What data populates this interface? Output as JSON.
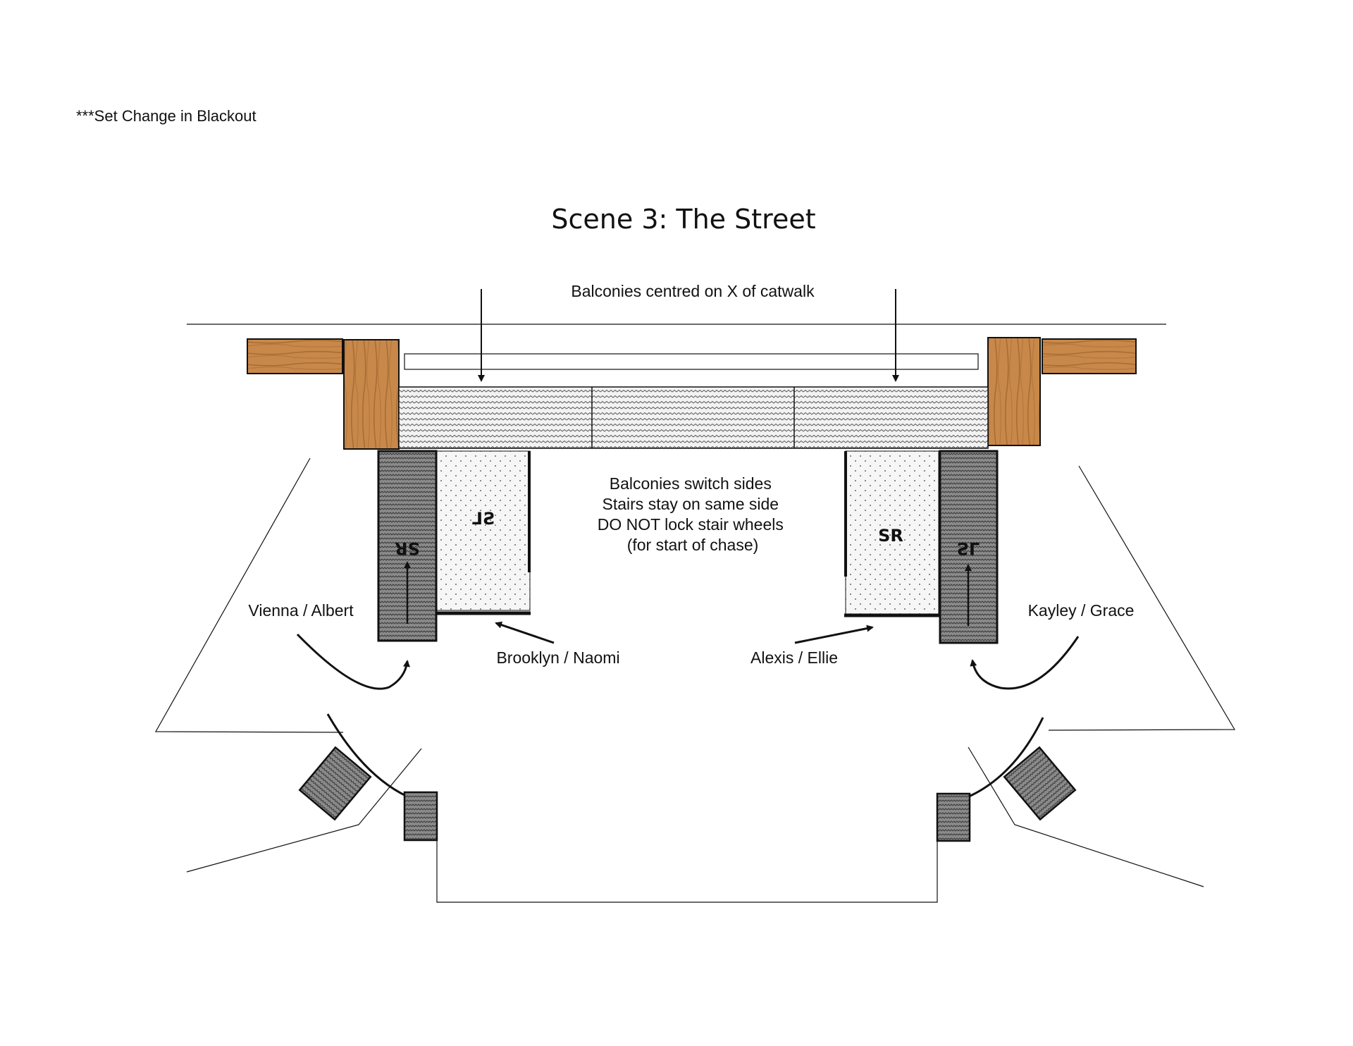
{
  "note": "***Set Change in Blackout",
  "title": "Scene 3: The Street",
  "labels": {
    "balcony_note": "Balconies centred on X of catwalk",
    "center_lines": [
      "Balconies switch sides",
      "Stairs stay on same side",
      "DO NOT lock stair wheels",
      "(for start of chase)"
    ],
    "left_outer_crew": "Vienna / Albert",
    "left_inner_crew": "Brooklyn / Naomi",
    "right_inner_crew": "Alexis / Ellie",
    "right_outer_crew": "Kayley / Grace"
  },
  "pieces": {
    "left_balcony": "SR",
    "left_stair": "SL",
    "right_stair": "SR",
    "right_balcony": "SL"
  },
  "colors": {
    "wood": "#c8884a",
    "wood_grain": "#9a6127",
    "balcony_fill": "#8c8c8c",
    "stair_fill": "#f4f4f4",
    "line": "#111111"
  }
}
